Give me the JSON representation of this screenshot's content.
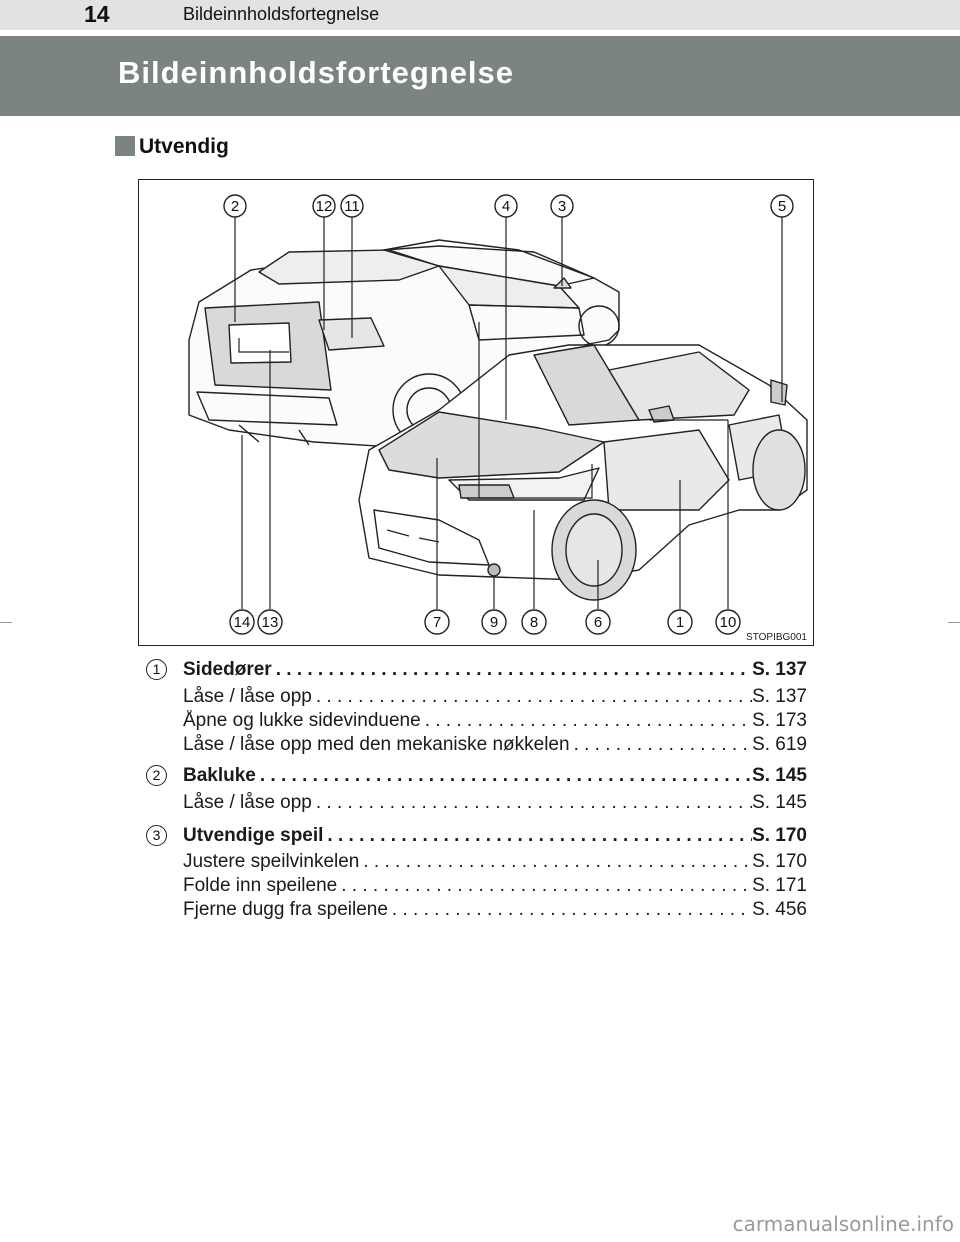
{
  "header": {
    "page_number": "14",
    "running_title": "Bildeinnholdsfortegnelse"
  },
  "banner": {
    "title": "Bildeinnholdsfortegnelse"
  },
  "section": {
    "title": "Utvendig"
  },
  "figure": {
    "code": "STOPIBG001",
    "callouts_top": [
      "2",
      "12",
      "11",
      "4",
      "3",
      "5"
    ],
    "callouts_bottom": [
      "14",
      "13",
      "7",
      "9",
      "8",
      "6",
      "1",
      "10"
    ]
  },
  "entries": [
    {
      "number": "1",
      "title": "Sidedører",
      "page": "S. 137",
      "subs": [
        {
          "label": "Låse / låse opp",
          "page": "S. 137"
        },
        {
          "label": "Åpne og lukke sidevinduene",
          "page": "S. 173"
        },
        {
          "label": "Låse / låse opp med den mekaniske nøkkelen",
          "page": "S. 619"
        }
      ]
    },
    {
      "number": "2",
      "title": "Bakluke",
      "page": "S. 145",
      "subs": [
        {
          "label": "Låse / låse opp",
          "page": "S. 145"
        }
      ]
    },
    {
      "number": "3",
      "title": "Utvendige speil",
      "page": "S. 170",
      "subs": [
        {
          "label": "Justere speilvinkelen",
          "page": "S. 170"
        },
        {
          "label": "Folde inn speilene",
          "page": "S. 171"
        },
        {
          "label": "Fjerne dugg fra speilene",
          "page": "S. 456"
        }
      ]
    }
  ],
  "watermark": "carmanualsonline.info"
}
